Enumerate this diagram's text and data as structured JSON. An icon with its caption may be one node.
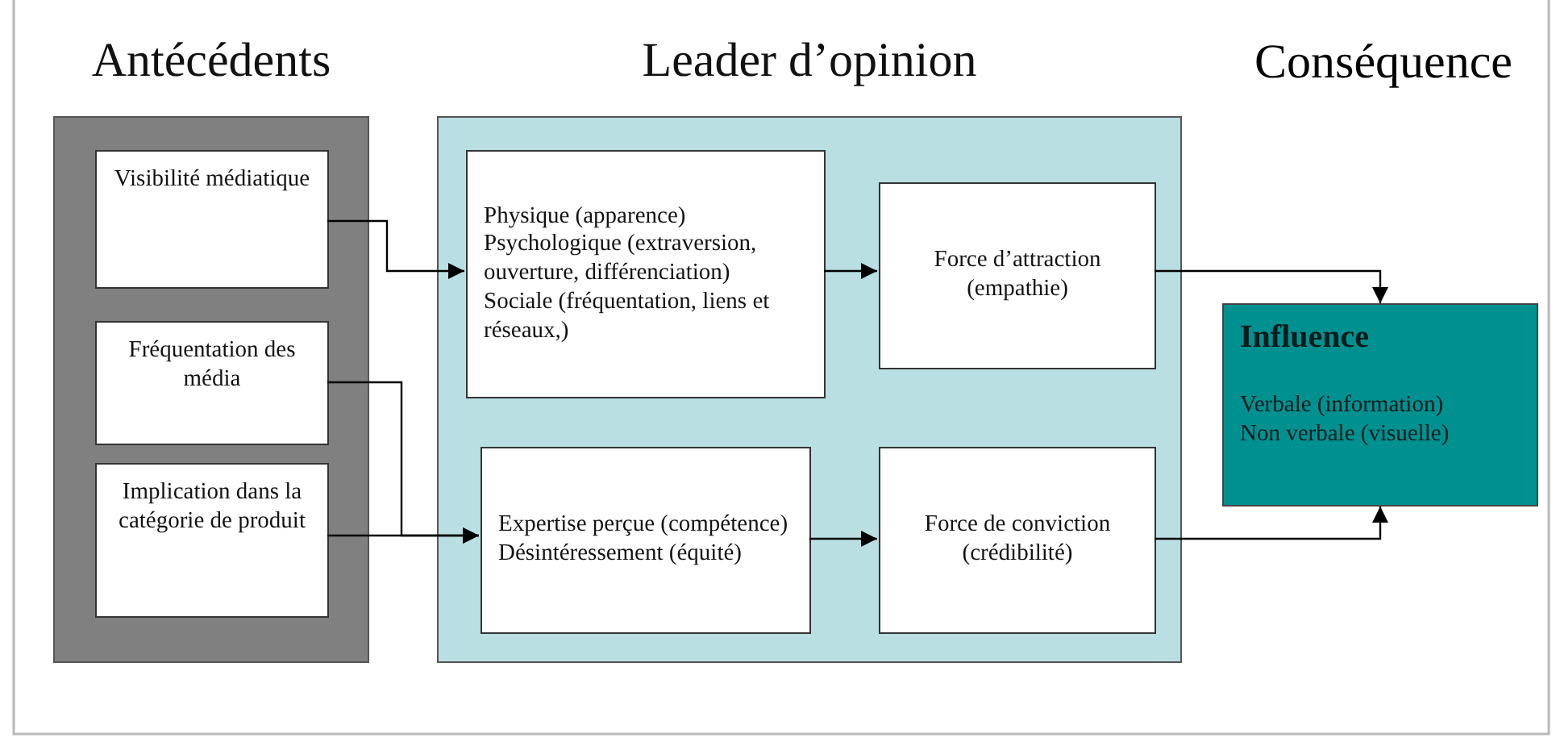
{
  "diagram": {
    "nodes": [
      {
        "text": [
          "Antécédents"
        ]
      },
      {
        "text": [
          "Visibilité médiatique"
        ],
        "in": 0
      },
      {
        "text": [
          "Fréquentation des média"
        ],
        "in": 0
      },
      {
        "text": [
          "Implication dans la catégorie de produit"
        ],
        "in": 0
      },
      {
        "text": [
          "Leader d’opinion"
        ]
      },
      {
        "text": [
          "Physique (apparence)",
          "Psychologique (extraversion, ouverture, différenciation)",
          "Sociale (fréquentation, liens et réseaux,)"
        ],
        "in": 4
      },
      {
        "text": [
          "Force d’attraction (empathie)"
        ],
        "in": 4
      },
      {
        "text": [
          "Expertise perçue (compétence)",
          "Désintéressement (équité)"
        ],
        "in": 4
      },
      {
        "text": [
          "Force de conviction (crédibilité)"
        ],
        "in": 4
      },
      {
        "text": [
          "Influence",
          "Verbale (information)",
          "Non verbale (visuelle)"
        ]
      }
    ],
    "edges": [
      {
        "from": 1,
        "to": 5,
        "arrow": "to"
      },
      {
        "from": 2,
        "to": 7,
        "arrow": "to"
      },
      {
        "from": 3,
        "to": 7,
        "arrow": "to"
      },
      {
        "from": 5,
        "to": 6,
        "arrow": "to"
      },
      {
        "from": 7,
        "to": 8,
        "arrow": "to"
      },
      {
        "from": 6,
        "to": 9,
        "arrow": "to"
      },
      {
        "from": 8,
        "to": 9,
        "arrow": "to"
      }
    ],
    "labels": [
      "Conséquence"
    ]
  }
}
